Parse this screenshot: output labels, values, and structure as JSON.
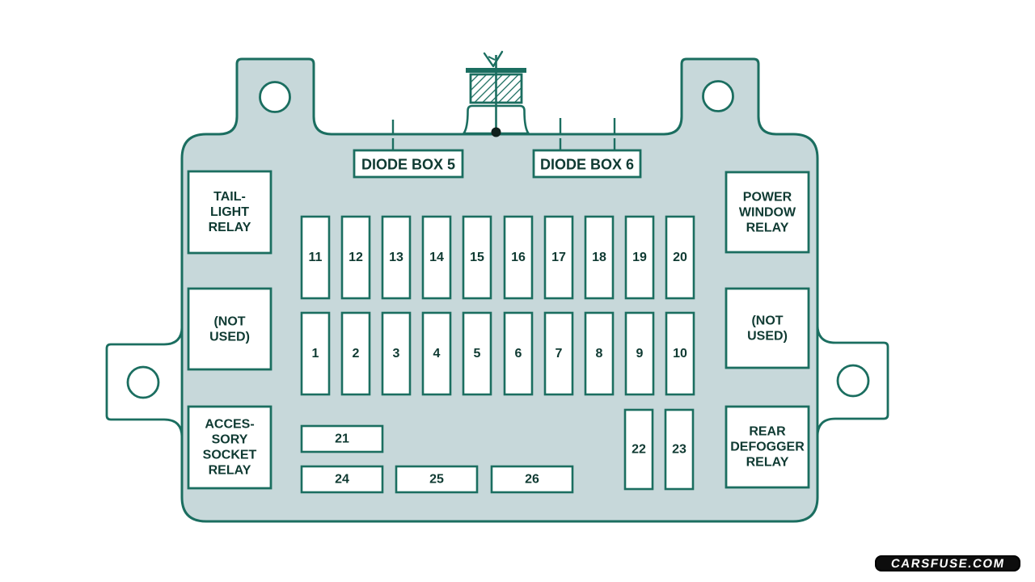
{
  "colors": {
    "background": "#ffffff",
    "body_fill": "#c7d8da",
    "outline": "#1b6e60",
    "text": "#0f3a32",
    "watermark_bg": "#0d0d0d",
    "watermark_text": "#ffffff"
  },
  "diode_boxes": {
    "box5": "DIODE BOX 5",
    "box6": "DIODE BOX 6"
  },
  "relays": {
    "tail_light": {
      "l1": "TAIL-",
      "l2": "LIGHT",
      "l3": "RELAY"
    },
    "not_used_left": {
      "l1": "(NOT",
      "l2": "USED)"
    },
    "accessory_socket": {
      "l1": "ACCES-",
      "l2": "SORY",
      "l3": "SOCKET",
      "l4": "RELAY"
    },
    "power_window": {
      "l1": "POWER",
      "l2": "WINDOW",
      "l3": "RELAY"
    },
    "not_used_right": {
      "l1": "(NOT",
      "l2": "USED)"
    },
    "rear_defogger": {
      "l1": "REAR",
      "l2": "DEFOGGER",
      "l3": "RELAY"
    }
  },
  "fuses": {
    "f1": "1",
    "f2": "2",
    "f3": "3",
    "f4": "4",
    "f5": "5",
    "f6": "6",
    "f7": "7",
    "f8": "8",
    "f9": "9",
    "f10": "10",
    "f11": "11",
    "f12": "12",
    "f13": "13",
    "f14": "14",
    "f15": "15",
    "f16": "16",
    "f17": "17",
    "f18": "18",
    "f19": "19",
    "f20": "20",
    "f21": "21",
    "f22": "22",
    "f23": "23",
    "f24": "24",
    "f25": "25",
    "f26": "26"
  },
  "watermark": "CARSFUSE.COM"
}
